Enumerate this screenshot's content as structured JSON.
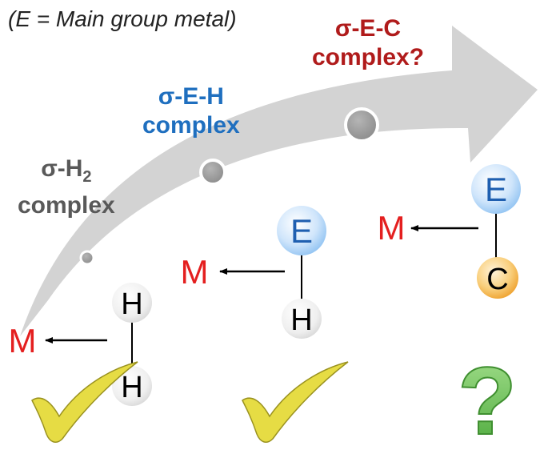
{
  "note": "(E = Main group metal)",
  "labels": {
    "h2": {
      "line1": "σ-H",
      "sub": "2",
      "line2": "complex"
    },
    "eh": {
      "line1": "σ-E-H",
      "line2": "complex"
    },
    "ec": {
      "line1": "σ-E-C",
      "line2": "complex?"
    }
  },
  "atoms": {
    "metal": "M",
    "element": "E",
    "hydrogen": "H",
    "carbon": "C"
  },
  "symbols": {
    "question": "?"
  },
  "colors": {
    "arrow": "#d3d3d3",
    "metal": "#e41f1f",
    "h2_label": "#595959",
    "eh_label": "#1f6fbf",
    "ec_label": "#b01b1b",
    "element_sphere": "#a9d0f5",
    "carbon_sphere": "#f5b94a",
    "hydrogen_sphere": "#e6e6e6",
    "check": "#e6dc44",
    "question": "#6fc45e"
  },
  "icons": [
    "checkmark-icon",
    "checkmark-icon",
    "question-mark-icon"
  ]
}
